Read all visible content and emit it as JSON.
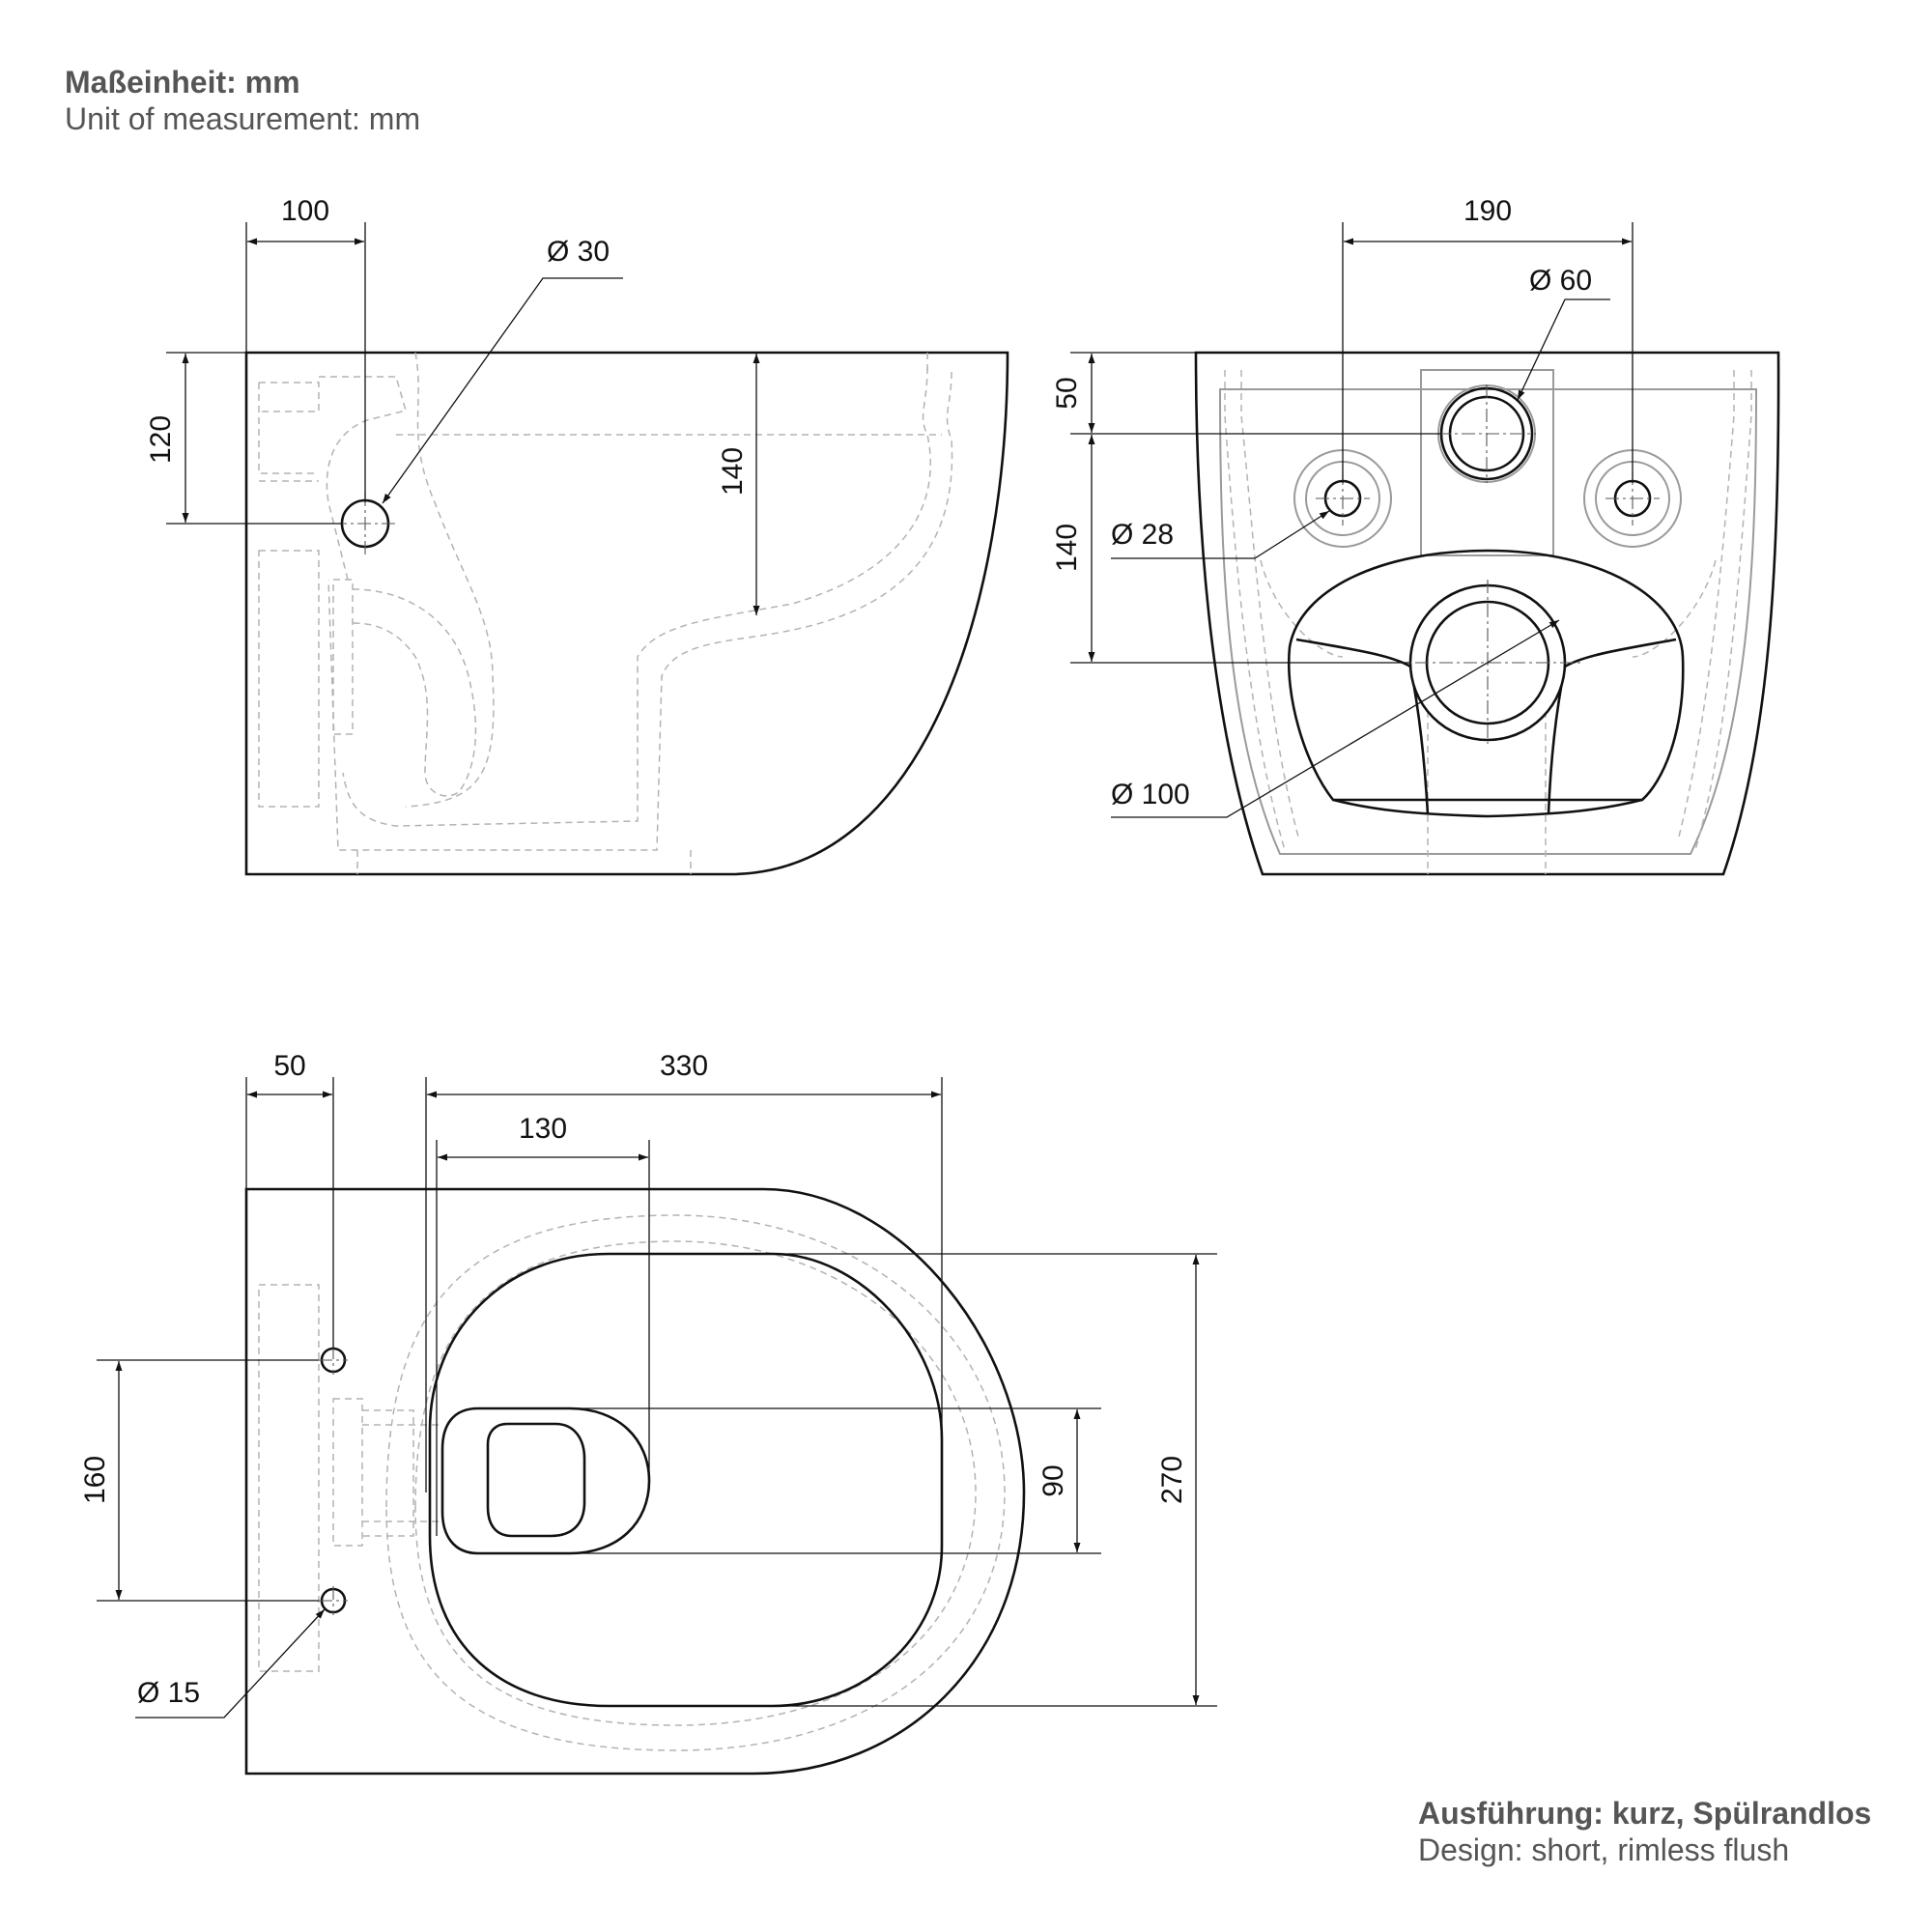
{
  "header": {
    "unit_de": "Maßeinheit: mm",
    "unit_en": "Unit of measurement: mm"
  },
  "footer": {
    "design_de": "Ausführung: kurz, Spülrandlos",
    "design_en": "Design: short, rimless flush"
  },
  "side_view": {
    "dim_100": "100",
    "dim_d30": "Ø 30",
    "dim_120": "120",
    "dim_140": "140"
  },
  "rear_view": {
    "dim_190": "190",
    "dim_d60": "Ø 60",
    "dim_50": "50",
    "dim_140": "140",
    "dim_d28": "Ø 28",
    "dim_d100": "Ø 100"
  },
  "top_view": {
    "dim_50": "50",
    "dim_330": "330",
    "dim_130": "130",
    "dim_160": "160",
    "dim_d15": "Ø 15",
    "dim_90": "90",
    "dim_270": "270"
  }
}
